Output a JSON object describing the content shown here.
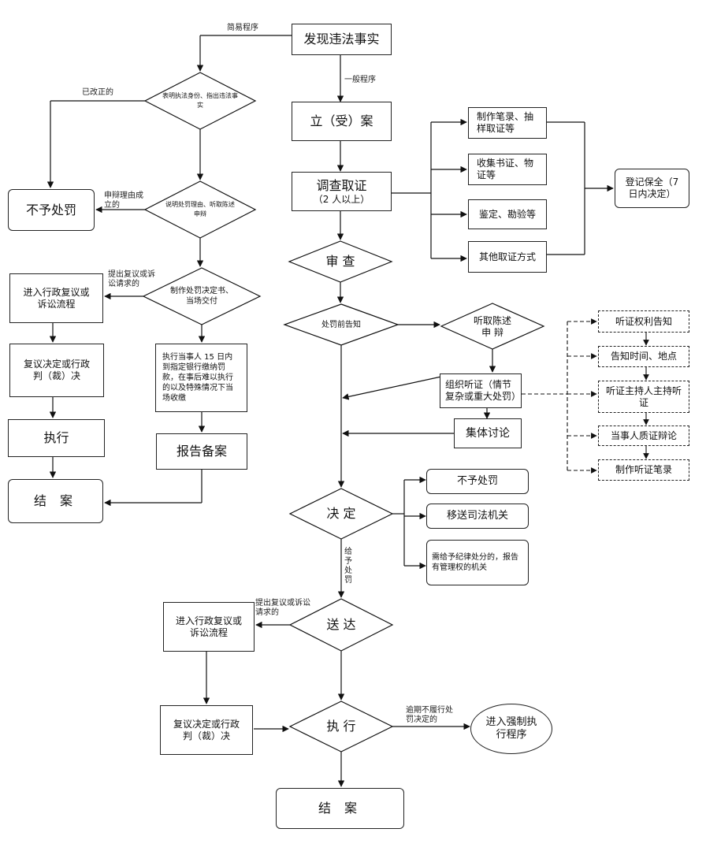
{
  "nodes": {
    "discover": "发现违法事实",
    "file_case": "立（受）案",
    "investigate": "调查取证",
    "investigate_sub": "（2 人以上）",
    "review": "审 查",
    "notify": "处罚前告知",
    "hear": "听取陈述\n申 辩",
    "hearing": "组织听证（情节复杂或重大处罚）",
    "collective": "集体讨论",
    "decide": "决 定",
    "no_penalty_right": "不予处罚",
    "transfer": "移送司法机关",
    "discipline": "需给予纪律处分的，报告有管理权的机关",
    "deliver": "送 达",
    "enforce": "执 行",
    "forced": "进入强制执行程序",
    "close_bottom": "结 案",
    "review_process_bottom": "进入行政复议或诉讼流程",
    "review_decision_bottom": "复议决定或行政判（裁）决",
    "record": "制作笔录、抽样取证等",
    "collect": "收集书证、物证等",
    "appraise": "鉴定、勘验等",
    "other": "其他取证方式",
    "preserve": "登记保全（7日内决定）",
    "h_notice": "听证权利告知",
    "h_time": "告知时间、地点",
    "h_host": "听证主持人主持听证",
    "h_debate": "当事人质证辩论",
    "h_record": "制作听证笔录",
    "show_id": "表明执法身份、指出违法事实",
    "explain": "说明处罚理由、听取陈述申辩",
    "make_decision": "制作处罚决定书、当场交付",
    "no_penalty_left": "不予处罚",
    "review_process_left": "进入行政复议或诉讼流程",
    "review_decision_left": "复议决定或行政判（裁）决",
    "execute_left": "执行",
    "close_left": "结 案",
    "pay": "执行当事人 15 日内到指定银行缴纳罚款，在事后难以执行的以及特殊情况下当场收缴",
    "report": "报告备案"
  },
  "labels": {
    "simple": "简易程序",
    "general": "一般程序",
    "corrected": "已改正的",
    "defense_valid": "申辩理由成立的",
    "appeal_left": "提出复议或诉讼请求的",
    "appeal_bottom": "提出复议或诉讼请求的",
    "give_penalty": "给予处罚",
    "overdue": "逾期不履行处罚决定的"
  }
}
